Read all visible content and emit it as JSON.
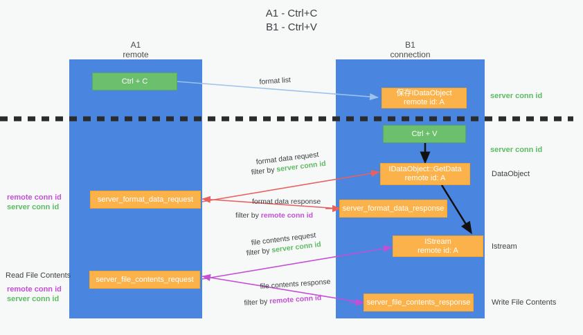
{
  "title": {
    "line1": "A1 - Ctrl+C",
    "line2": "B1 - Ctrl+V"
  },
  "colors": {
    "lane": "#4a86e0",
    "green_box": "#6cbf6c",
    "orange_box": "#fbb24a",
    "server_conn_id": "#5dbb63",
    "remote_conn_id": "#c24fd4",
    "blue_arrow": "#9cc3ea",
    "red_arrow": "#e8615f",
    "magenta_arrow": "#c24fd4",
    "black_arrow": "#000000",
    "dashed_divider": "#2b2b2b"
  },
  "columns": [
    {
      "name": "A1",
      "sub": "remote"
    },
    {
      "name": "B1",
      "sub": "connection"
    }
  ],
  "boxes": {
    "ctrl_c": {
      "line1": "Ctrl + C",
      "line2": ""
    },
    "save_idataobject": {
      "line1": "保存IDataObject",
      "line2": "remote id: A"
    },
    "ctrl_v": {
      "line1": "Ctrl + V",
      "line2": ""
    },
    "getdata": {
      "line1": "IDataObject::GetData",
      "line2": "remote id: A"
    },
    "fmt_req": {
      "line1": "server_format_data_request",
      "line2": ""
    },
    "fmt_resp": {
      "line1": "server_format_data_response",
      "line2": ""
    },
    "istream": {
      "line1": "IStream",
      "line2": "remote id: A"
    },
    "file_req": {
      "line1": "server_file_contents_request",
      "line2": ""
    },
    "file_resp": {
      "line1": "server_file_contents_response",
      "line2": ""
    }
  },
  "right_labels": {
    "server_conn_id_1": "server conn id",
    "server_conn_id_2": "server conn id",
    "dataobject": "DataObject",
    "istream": "Istream",
    "write_file_contents": "Write File Contents"
  },
  "left_labels": {
    "fmt_remote": "remote conn id",
    "fmt_server": "server conn id",
    "read_file_contents": "Read File Contents",
    "file_remote": "remote conn id",
    "file_server": "server conn id"
  },
  "edge_labels": {
    "format_list": "format list",
    "fmt_req_l1": "format data request",
    "fmt_req_l2_pre": "filter by ",
    "fmt_req_l2_hl": "server conn id",
    "fmt_resp_l1": "format data response",
    "fmt_resp_l2_pre": "filter by ",
    "fmt_resp_l2_hl": "remote conn id",
    "file_req_l1": "file contents request",
    "file_req_l2_pre": "filter by ",
    "file_req_l2_hl": "server conn id",
    "file_resp_l1": "file contents response",
    "file_resp_l2_pre": "filter by ",
    "file_resp_l2_hl": "remote conn id"
  }
}
